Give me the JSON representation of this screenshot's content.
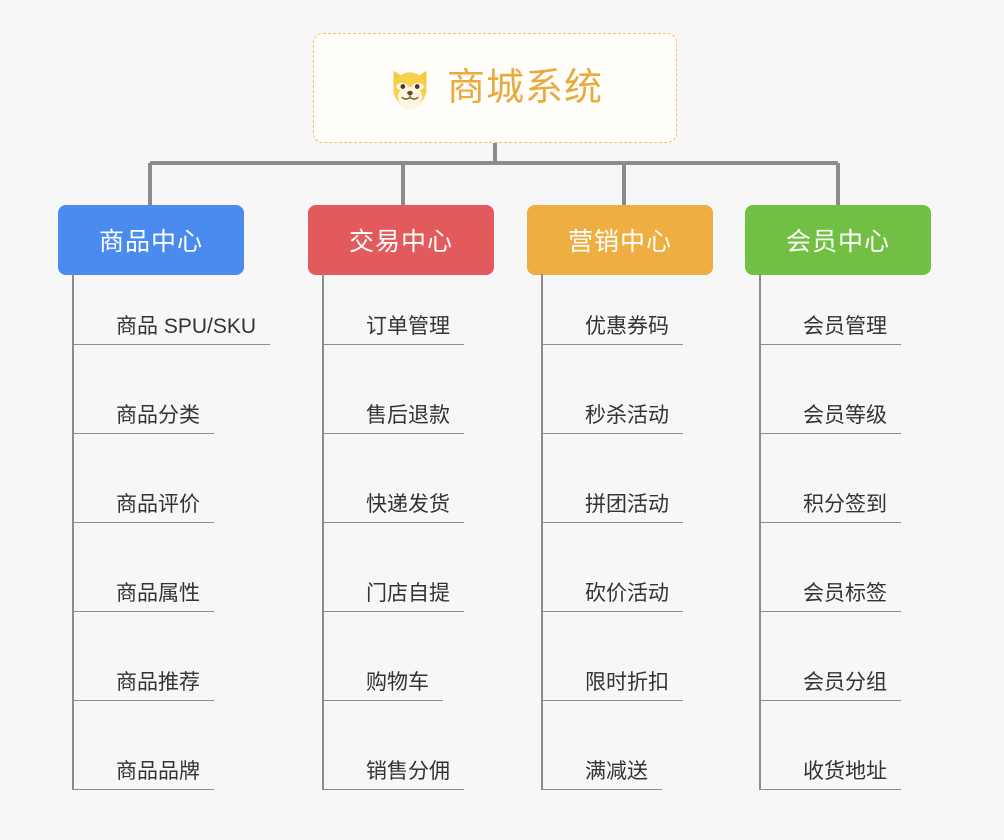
{
  "page": {
    "background_color": "#f7f7f7",
    "type": "org-chart"
  },
  "root": {
    "title": "商城系统",
    "icon": "shiba-dog-icon",
    "border_color": "#efc06a",
    "text_color": "#e9ab3f",
    "background_color": "#fffefb"
  },
  "columns": [
    {
      "id": "product-center",
      "label": "商品中心",
      "color": "#4a8bf0",
      "items": [
        "商品 SPU/SKU",
        "商品分类",
        "商品评价",
        "商品属性",
        "商品推荐",
        "商品品牌"
      ]
    },
    {
      "id": "trade-center",
      "label": "交易中心",
      "color": "#e25a5c",
      "items": [
        "订单管理",
        "售后退款",
        "快递发货",
        "门店自提",
        "购物车",
        "销售分佣"
      ]
    },
    {
      "id": "marketing-center",
      "label": "营销中心",
      "color": "#eeae42",
      "items": [
        "优惠券码",
        "秒杀活动",
        "拼团活动",
        "砍价活动",
        "限时折扣",
        "满减送"
      ]
    },
    {
      "id": "member-center",
      "label": "会员中心",
      "color": "#72c043",
      "items": [
        "会员管理",
        "会员等级",
        "积分签到",
        "会员标签",
        "会员分组",
        "收货地址"
      ]
    }
  ],
  "connector": {
    "color": "#8c8c8c"
  }
}
